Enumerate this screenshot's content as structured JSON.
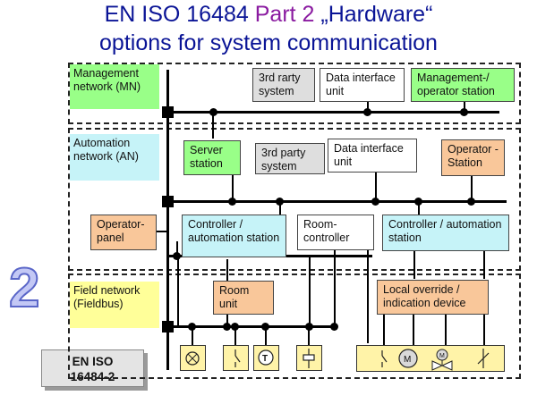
{
  "title": {
    "line1_pre": "EN ISO 16484 ",
    "line1_accent": "Part 2",
    "line1_post": " „Hardware“",
    "line2": "options for system communication"
  },
  "zones": {
    "management": "Management network (MN)",
    "automation": "Automation network (AN)",
    "field": "Field network (Fieldbus)"
  },
  "boxes": {
    "mn_third_party": "3rd rarty system",
    "mn_data_interface": "Data interface unit",
    "mn_operator_station": "Management-/ operator station",
    "an_server": "Server station",
    "an_third_party": "3rd party system",
    "an_data_interface": "Data interface unit",
    "an_operator_station": "Operator -Station",
    "operator_panel": "Operator- panel",
    "controller_left": "Controller / automation station",
    "room_controller": "Room- controller",
    "controller_right": "Controller / automation station",
    "room_unit": "Room unit",
    "local_override": "Local override / indication device"
  },
  "badge": {
    "line1": "EN ISO",
    "line2": "16484-2"
  },
  "big_number": "2",
  "colors": {
    "title": "#0a1496",
    "title_accent": "#8a1aa0",
    "green": "#99ff88",
    "cyan": "#c6f3f8",
    "yellow": "#ffff99",
    "orange": "#f9c79a"
  }
}
